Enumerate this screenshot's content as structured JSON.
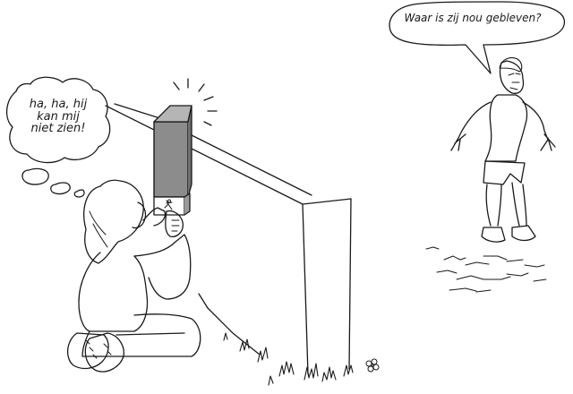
{
  "thought_bubble": {
    "lines": [
      "ha, ha, hij",
      "kan mij",
      "niet zien!"
    ]
  },
  "speech_bubble": {
    "text": "Waar is zij nou gebleven?"
  },
  "icons": {
    "periscope": "periscope-icon",
    "flower": "flower-icon",
    "walking_figure": "walking-figure-icon"
  },
  "colors": {
    "ink": "#1a1a1a",
    "periscope_gray": "#8c8c8c",
    "paper": "#ffffff"
  }
}
